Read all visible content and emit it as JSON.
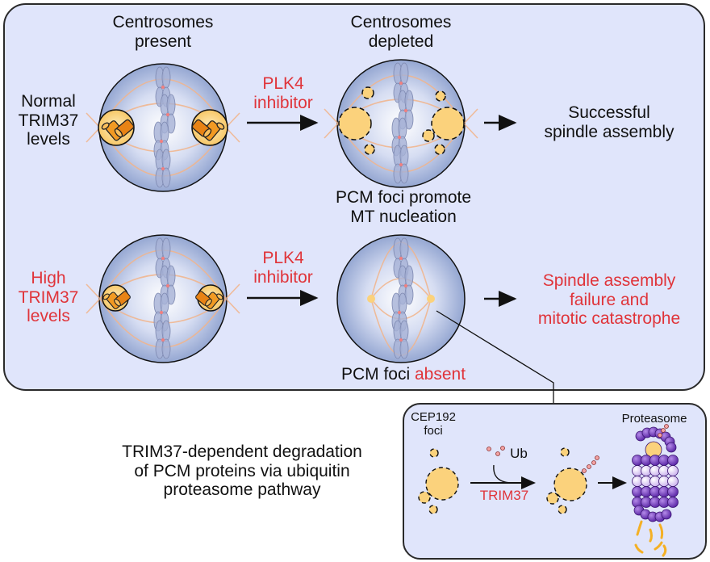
{
  "columns": {
    "present": "Centrosomes\npresent",
    "depleted": "Centrosomes\ndepleted"
  },
  "rows": [
    {
      "label": "Normal\nTRIM37\nlevels",
      "label_color": "#111111",
      "treatment": "PLK4\ninhibitor",
      "foci_caption": "PCM foci promote\nMT nucleation",
      "outcome": "Successful\nspindle assembly",
      "outcome_color": "#111111"
    },
    {
      "label": "High\nTRIM37\nlevels",
      "label_color": "#e0343a",
      "treatment": "PLK4\ninhibitor",
      "foci_caption_prefix": "PCM foci",
      "foci_caption_suffix": "absent",
      "outcome": "Spindle assembly\nfailure and\nmitotic catastrophe",
      "outcome_color": "#e0343a"
    }
  ],
  "pathway": {
    "description": "TRIM37-dependent degradation\nof PCM proteins via ubiquitin\nproteasome pathway",
    "cep192_label": "CEP192\nfoci",
    "ub_label": "Ub",
    "enzyme_label": "TRIM37",
    "proteasome_label": "Proteasome"
  },
  "colors": {
    "panel_bg": "#e0e5fb",
    "highlight_red": "#e0343a",
    "pcm_yellow": "#fbd27c",
    "centriole_orange": "#f29a23",
    "proteasome_purple": "#7a44c8",
    "proteasome_light": "#e2d2f5",
    "ubiquitin_pink": "#f3a2a2"
  }
}
